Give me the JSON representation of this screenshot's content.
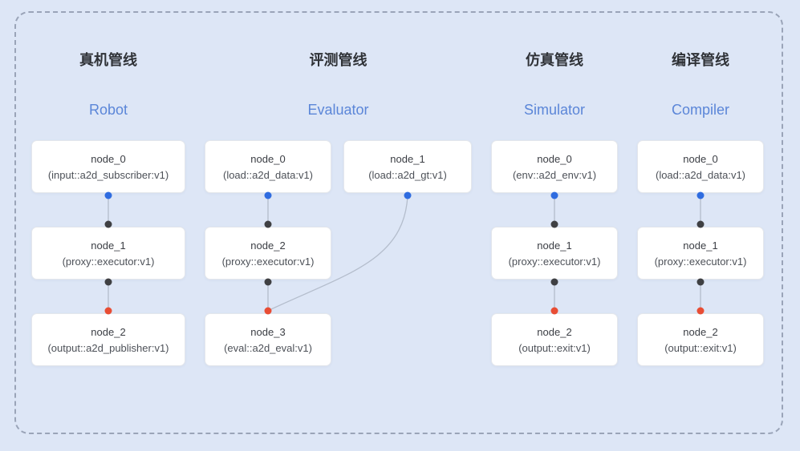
{
  "colors": {
    "page_bg": "#dde6f6",
    "accent_blue": "#2f6ce0",
    "dot_dark": "#3f4043",
    "dot_red": "#e84d34",
    "title_en": "#5b86d8",
    "title_zh": "#2f3237",
    "edge": "#b4bdcc",
    "frame": "#9aa4b8",
    "card_border": "#e4e7ec"
  },
  "pipelines": [
    {
      "title_zh": "真机管线",
      "title_en": "Robot",
      "nodes": [
        {
          "name": "node_0",
          "type": "(input::a2d_subscriber:v1)"
        },
        {
          "name": "node_1",
          "type": "(proxy::executor:v1)"
        },
        {
          "name": "node_2",
          "type": "(output::a2d_publisher:v1)"
        }
      ]
    },
    {
      "title_zh": "评测管线",
      "title_en": "Evaluator",
      "nodes": [
        {
          "name": "node_0",
          "type": "(load::a2d_data:v1)"
        },
        {
          "name": "node_1",
          "type": "(load::a2d_gt:v1)"
        },
        {
          "name": "node_2",
          "type": "(proxy::executor:v1)"
        },
        {
          "name": "node_3",
          "type": "(eval::a2d_eval:v1)"
        }
      ]
    },
    {
      "title_zh": "仿真管线",
      "title_en": "Simulator",
      "nodes": [
        {
          "name": "node_0",
          "type": "(env::a2d_env:v1)"
        },
        {
          "name": "node_1",
          "type": "(proxy::executor:v1)"
        },
        {
          "name": "node_2",
          "type": "(output::exit:v1)"
        }
      ]
    },
    {
      "title_zh": "编译管线",
      "title_en": "Compiler",
      "nodes": [
        {
          "name": "node_0",
          "type": "(load::a2d_data:v1)"
        },
        {
          "name": "node_1",
          "type": "(proxy::executor:v1)"
        },
        {
          "name": "node_2",
          "type": "(output::exit:v1)"
        }
      ]
    }
  ]
}
